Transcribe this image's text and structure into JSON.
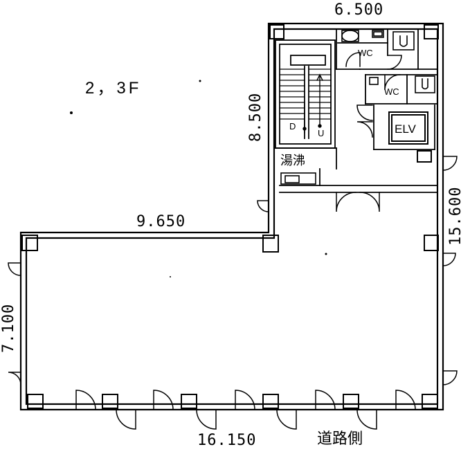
{
  "plan": {
    "floor_label": "2，3F",
    "dimensions": {
      "top": "6.500",
      "core_height": "8.500",
      "mid": "9.650",
      "right": "15.600",
      "left": "7.100",
      "bottom": "16.150"
    },
    "rooms": {
      "wc_upper": "WC",
      "wc_lower": "WC",
      "elevator": "ELV",
      "kitchenette": "湯沸",
      "stair_down": "D",
      "stair_up": "U"
    },
    "road_side": "道路側"
  }
}
